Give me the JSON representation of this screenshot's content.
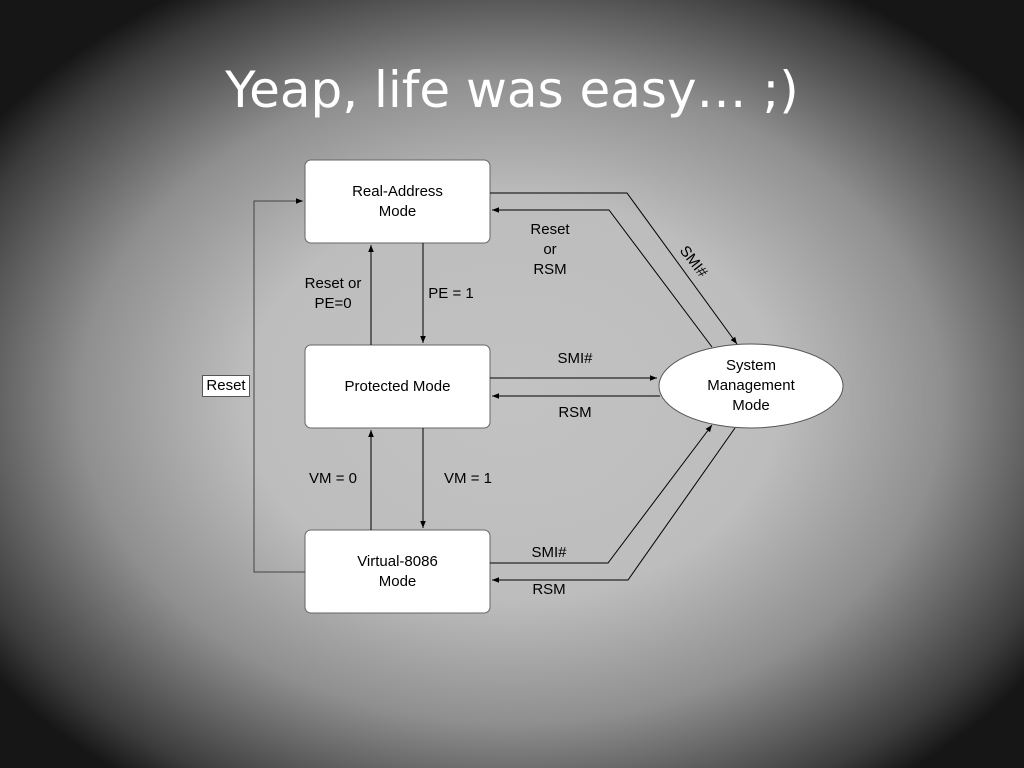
{
  "slide": {
    "title": "Yeap, life was easy… ;)"
  },
  "diagram": {
    "nodes": {
      "real_address": "Real-Address\nMode",
      "protected": "Protected Mode",
      "virtual_8086": "Virtual-8086\nMode",
      "smm": "System\nManagement\nMode"
    },
    "edges": {
      "real_to_protected": "PE = 1",
      "protected_to_real": "Reset or\nPE=0",
      "protected_to_v86": "VM = 1",
      "v86_to_protected": "VM = 0",
      "v86_to_real": "Reset",
      "real_to_smm": "SMI#",
      "smm_to_real": "Reset\nor\nRSM",
      "protected_to_smm": "SMI#",
      "smm_to_protected": "RSM",
      "v86_to_smm": "SMI#",
      "smm_to_v86": "RSM"
    }
  }
}
